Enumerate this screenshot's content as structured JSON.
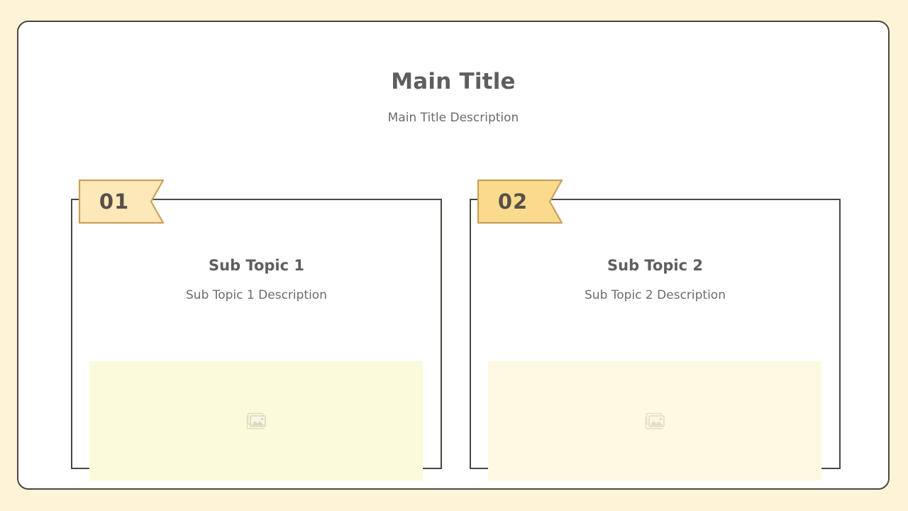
{
  "slide": {
    "background_color": "#FDF3D7",
    "panel_color": "#FFFFFF",
    "border_color": "#4B4640",
    "header": {
      "title": "Main Title",
      "description": "Main Title Description"
    },
    "topics": [
      {
        "number": "01",
        "ribbon_color": "#FCE8B8",
        "ribbon_border_color": "#CBA158",
        "title": "Sub Topic 1",
        "description": "Sub Topic 1 Description",
        "image_placeholder": {
          "icon": "photos-image-icon",
          "background_color": "#FBFBDC"
        }
      },
      {
        "number": "02",
        "ribbon_color": "#FADB8E",
        "ribbon_border_color": "#C9A05A",
        "title": "Sub Topic 2",
        "description": "Sub Topic 2 Description",
        "image_placeholder": {
          "icon": "photos-image-icon",
          "background_color": "#FEFAE1"
        }
      }
    ]
  }
}
